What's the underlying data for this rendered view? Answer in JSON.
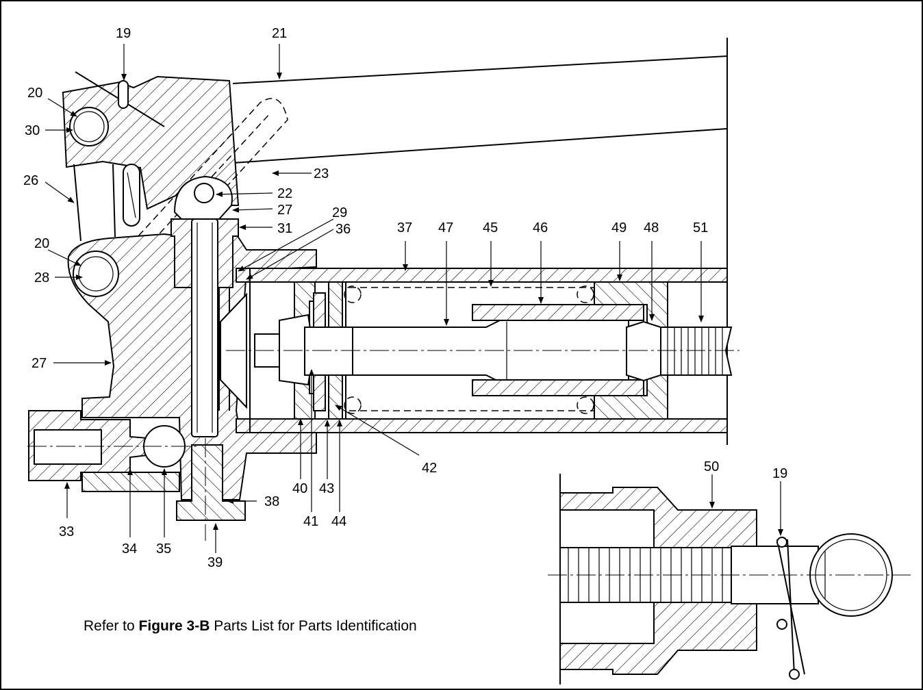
{
  "note": {
    "prefix": "Refer to ",
    "bold": "Figure 3-B",
    "suffix": " Parts List for Parts Identification"
  },
  "callouts": {
    "c19a": "19",
    "c21": "21",
    "c20a": "20",
    "c30": "30",
    "c23": "23",
    "c26": "26",
    "c22": "22",
    "c27a": "27",
    "c29": "29",
    "c31": "31",
    "c36": "36",
    "c37": "37",
    "c47": "47",
    "c45": "45",
    "c46": "46",
    "c49": "49",
    "c48": "48",
    "c51": "51",
    "c20b": "20",
    "c28": "28",
    "c27b": "27",
    "c42": "42",
    "c40": "40",
    "c43": "43",
    "c38": "38",
    "c33": "33",
    "c34": "34",
    "c35": "35",
    "c41": "41",
    "c44": "44",
    "c39": "39",
    "c50": "50",
    "c19b": "19"
  }
}
